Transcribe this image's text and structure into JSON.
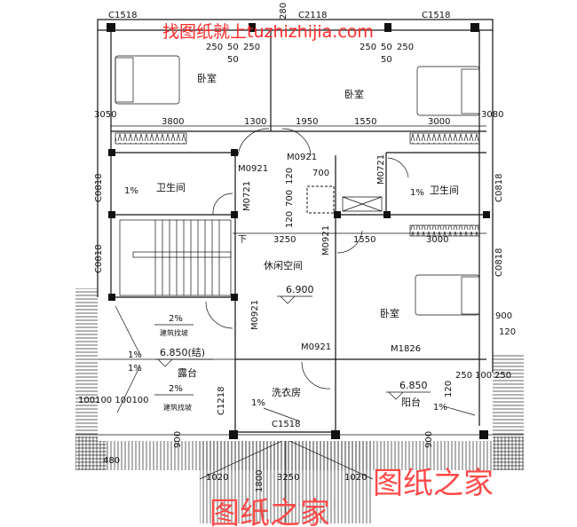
{
  "watermarks": {
    "top": "找图纸就上tuzhizhijia.com",
    "center": "图纸之家",
    "bottom_right": "图纸之家",
    "color": "#ff2a2a"
  },
  "rooms": {
    "bedroom_nw": "卧室",
    "bedroom_n": "卧室",
    "bath_left": "卫生间",
    "bath_right": "卫生间",
    "lounge": "休闲空间",
    "bedroom_e": "卧室",
    "terrace": "露台",
    "laundry": "洗衣房",
    "balcony": "阳台"
  },
  "windows": {
    "top_left": "C1518",
    "top_mid": "C2118",
    "top_right": "C1518",
    "left_1": "C0818",
    "left_2": "C0818",
    "right_1": "C0818",
    "right_2": "C0818",
    "laundry_side": "C1218",
    "laundry_bottom": "C1518"
  },
  "doors": {
    "bath_left": "M0921",
    "bedroom_n": "M0921",
    "bath_left_side": "M0721",
    "bath_right": "M0721",
    "corridor": "M0921",
    "lounge_left": "M0921",
    "laundry": "M0921",
    "balcony": "M1826"
  },
  "dimensions": {
    "top_row": [
      "3800",
      "1300",
      "1950",
      "1550",
      "3000"
    ],
    "mid_row": [
      "3250",
      "1550",
      "3000"
    ],
    "window_left": [
      "250",
      "50",
      "250",
      "50"
    ],
    "window_right": [
      "250",
      "50",
      "250",
      "50"
    ],
    "top_wall": "280",
    "side_left": "3050",
    "side_right": "3080",
    "shaft": [
      "700",
      "120",
      "700",
      "120"
    ],
    "right_side": [
      "900",
      "120",
      "250",
      "100",
      "250",
      "120"
    ],
    "left_drain": "100100 100100",
    "bottom": [
      "480",
      "1020",
      "3250",
      "1020"
    ],
    "vertical_bottom": [
      "900",
      "900",
      "1800"
    ]
  },
  "stair_down": "下",
  "elevations": {
    "lounge": "6.900",
    "terrace": "6.850(结)",
    "balcony": "6.850"
  },
  "slopes": {
    "terrace_top": "2%",
    "terrace_bottom": "2%",
    "slope_note": "建筑找坡",
    "bath_left": "1%",
    "bath_right": "1%",
    "terrace_1": "1%",
    "terrace_2": "1%",
    "laundry": "1%",
    "balcony": "1%"
  }
}
